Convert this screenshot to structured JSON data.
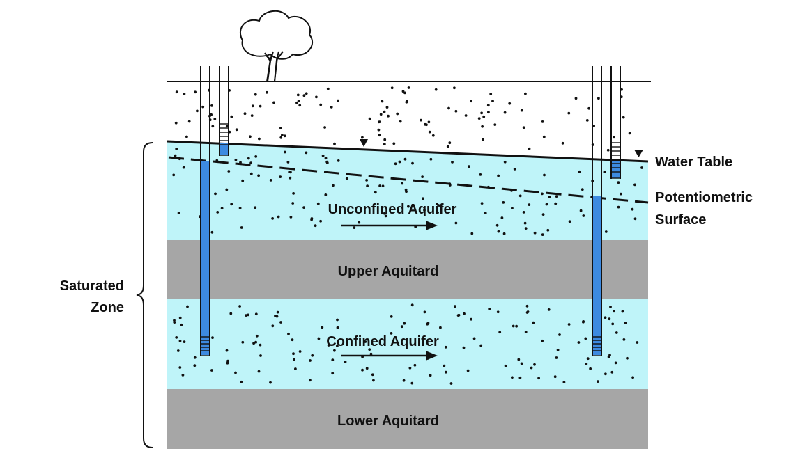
{
  "labels": {
    "water_table": "Water Table",
    "potentiometric_line1": "Potentiometric",
    "potentiometric_line2": "Surface",
    "unconfined_aquifer": "Unconfined Aquifer",
    "upper_aquitard": "Upper Aquitard",
    "confined_aquifer": "Confined Aquifer",
    "lower_aquitard": "Lower Aquitard",
    "saturated_line1": "Saturated",
    "saturated_line2": "Zone"
  },
  "colors": {
    "aquifer": "#bff4f9",
    "aquitard": "#a6a6a6",
    "well_water": "#3d8ae0",
    "ink": "#111111",
    "background": "#ffffff"
  },
  "icons": {
    "tree": "tree-icon",
    "water_level_marker": "inverted-triangle-icon",
    "flow_direction": "arrow-right-icon"
  }
}
